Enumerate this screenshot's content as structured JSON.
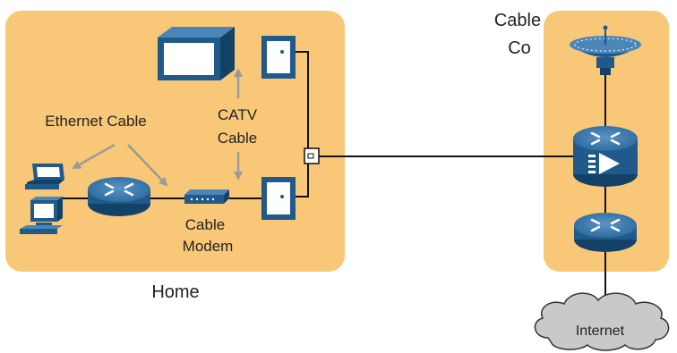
{
  "labels": {
    "home": "Home",
    "cable_co_line1": "Cable",
    "cable_co_line2": "Co",
    "ethernet_cable": "Ethernet Cable",
    "catv_line1": "CATV",
    "catv_line2": "Cable",
    "cable_modem_line1": "Cable",
    "cable_modem_line2": "Modem",
    "internet": "Internet"
  },
  "colors": {
    "zone_fill": "#f8c878",
    "device_blue": "#1f5a8a",
    "device_blue_dark": "#134266",
    "device_blue_light": "#4b86b8",
    "arrow_gray": "#9a9a9a",
    "cloud_fill": "#c9c9c9",
    "line": "#111111"
  },
  "icons": [
    "tv-icon",
    "wall-outlet-icon",
    "splitter-icon",
    "laptop-icon",
    "desktop-pc-icon",
    "router-icon",
    "cable-modem-icon",
    "satellite-dish-icon",
    "cmts-icon",
    "cloud-icon"
  ]
}
